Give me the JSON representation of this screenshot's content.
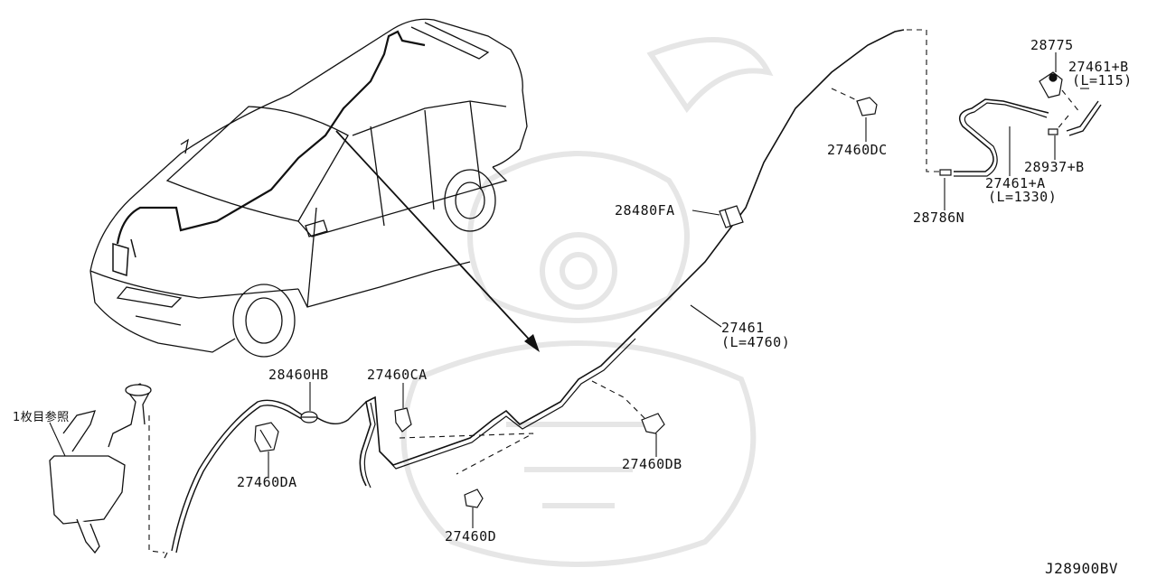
{
  "labels": {
    "p28775": "28775",
    "p27461_b": "27461+B",
    "p27461_b_len": "(L=115)",
    "p28937_b": "28937+B",
    "p27461_a": "27461+A",
    "p27461_a_len": "(L=1330)",
    "p28786n": "28786N",
    "p27460dc": "27460DC",
    "p28480fa": "28480FA",
    "p27461": "27461",
    "p27461_len": "(L=4760)",
    "p28460hb": "28460HB",
    "p27460ca": "27460CA",
    "p27460da": "27460DA",
    "p27460db": "27460DB",
    "p27460d": "27460D",
    "ref_sheet": "1枚目参照",
    "diagram_id": "J28900BV"
  },
  "colors": {
    "line": "#111111",
    "watermark": "#e6e6e6"
  }
}
